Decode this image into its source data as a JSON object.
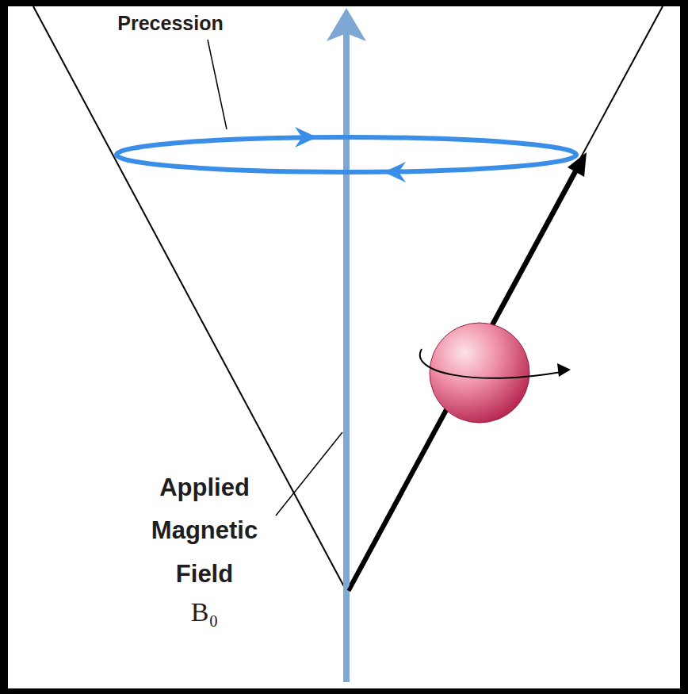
{
  "diagram": {
    "labels": [
      "Precession",
      "Applied Magnetic Field",
      "B₀"
    ]
  }
}
